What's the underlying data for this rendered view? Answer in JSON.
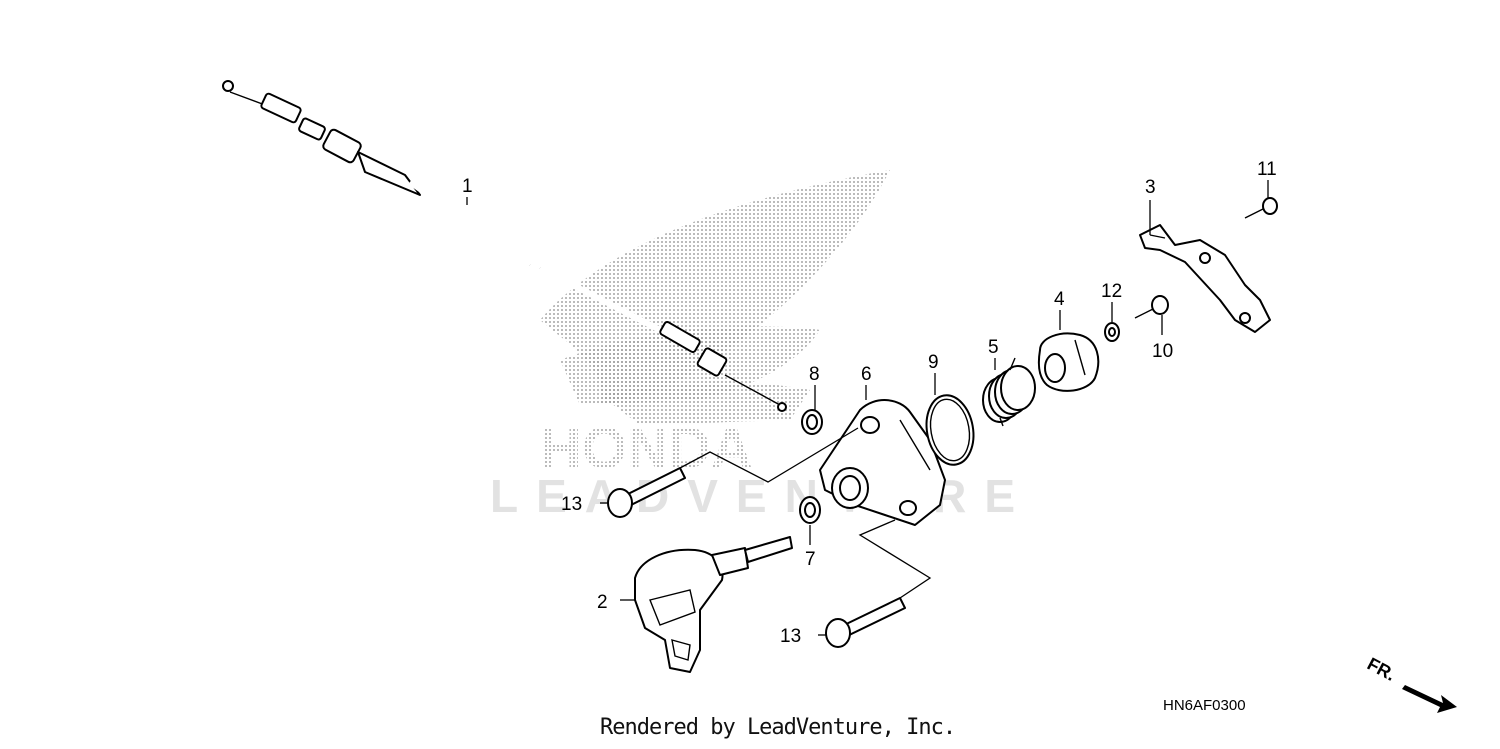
{
  "watermark": {
    "brand_text": "HONDA",
    "dealer_text": "LEADVENTURE"
  },
  "callouts": {
    "c1": "1",
    "c2": "2",
    "c3": "3",
    "c4": "4",
    "c5": "5",
    "c6": "6",
    "c7": "7",
    "c8": "8",
    "c9": "9",
    "c10": "10",
    "c11": "11",
    "c12": "12",
    "c13a": "13",
    "c13b": "13"
  },
  "direction_marker": "FR.",
  "diagram_code": "HN6AF0300",
  "footer": {
    "credit": "Rendered by LeadVenture, Inc."
  },
  "icons": {
    "direction": "arrow-down-right-icon",
    "watermark": "honda-wing-logo"
  }
}
